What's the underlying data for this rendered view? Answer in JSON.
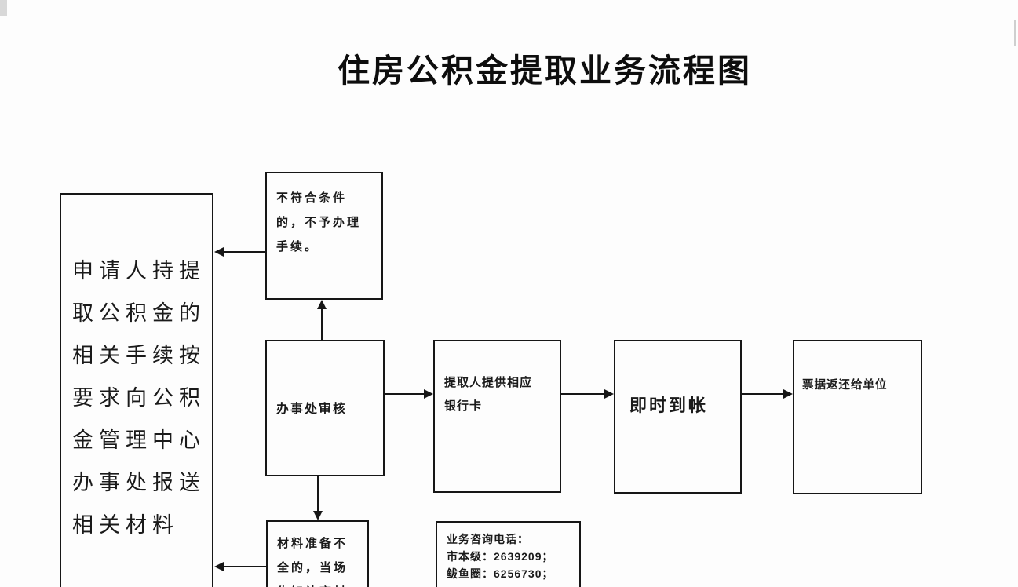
{
  "page": {
    "title": "住房公积金提取业务流程图"
  },
  "colors": {
    "ink": "#161616",
    "background": "#fdfdfd"
  },
  "nodes": {
    "applicant": {
      "lines": [
        "申请人持提",
        "取公积金的",
        "相关手续按",
        "要求向公积",
        "金管理中心",
        "办事处报送",
        "相关材料"
      ],
      "full_text": "申请人持提取公积金的相关手续按要求向公积金管理中心办事处报送相关材料"
    },
    "reject": {
      "lines": [
        "不符合条件",
        "的，不予办理",
        "手续。"
      ],
      "full_text": "不符合条件的，不予办理手续。"
    },
    "review": {
      "label": "办事处审核"
    },
    "bankcard": {
      "lines": [
        "提取人提供相应",
        "银行卡"
      ],
      "full_text": "提取人提供相应银行卡"
    },
    "instant": {
      "label": "即时到帐"
    },
    "receipt": {
      "label": "票据返还给单位"
    },
    "incomplete": {
      "lines": [
        "材料准备不",
        "全的，当场",
        "告知补齐材"
      ],
      "full_text": "材料准备不全的，当场告知补齐材（底部被裁切）"
    },
    "hotline": {
      "lines": [
        "业务咨询电话：",
        "市本级：2639209；",
        "鲅鱼圈：6256730；"
      ],
      "phones": [
        {
          "area": "市本级",
          "number": "2639209"
        },
        {
          "area": "鲅鱼圈",
          "number": "6256730"
        }
      ]
    }
  },
  "connections": [
    {
      "from": "reject",
      "to": "applicant",
      "direction": "left"
    },
    {
      "from": "review",
      "to": "reject",
      "direction": "up"
    },
    {
      "from": "review",
      "to": "bankcard",
      "direction": "right"
    },
    {
      "from": "bankcard",
      "to": "instant",
      "direction": "right"
    },
    {
      "from": "instant",
      "to": "receipt",
      "direction": "right"
    },
    {
      "from": "review",
      "to": "incomplete",
      "direction": "down"
    },
    {
      "from": "incomplete",
      "to": "applicant",
      "direction": "left"
    }
  ]
}
